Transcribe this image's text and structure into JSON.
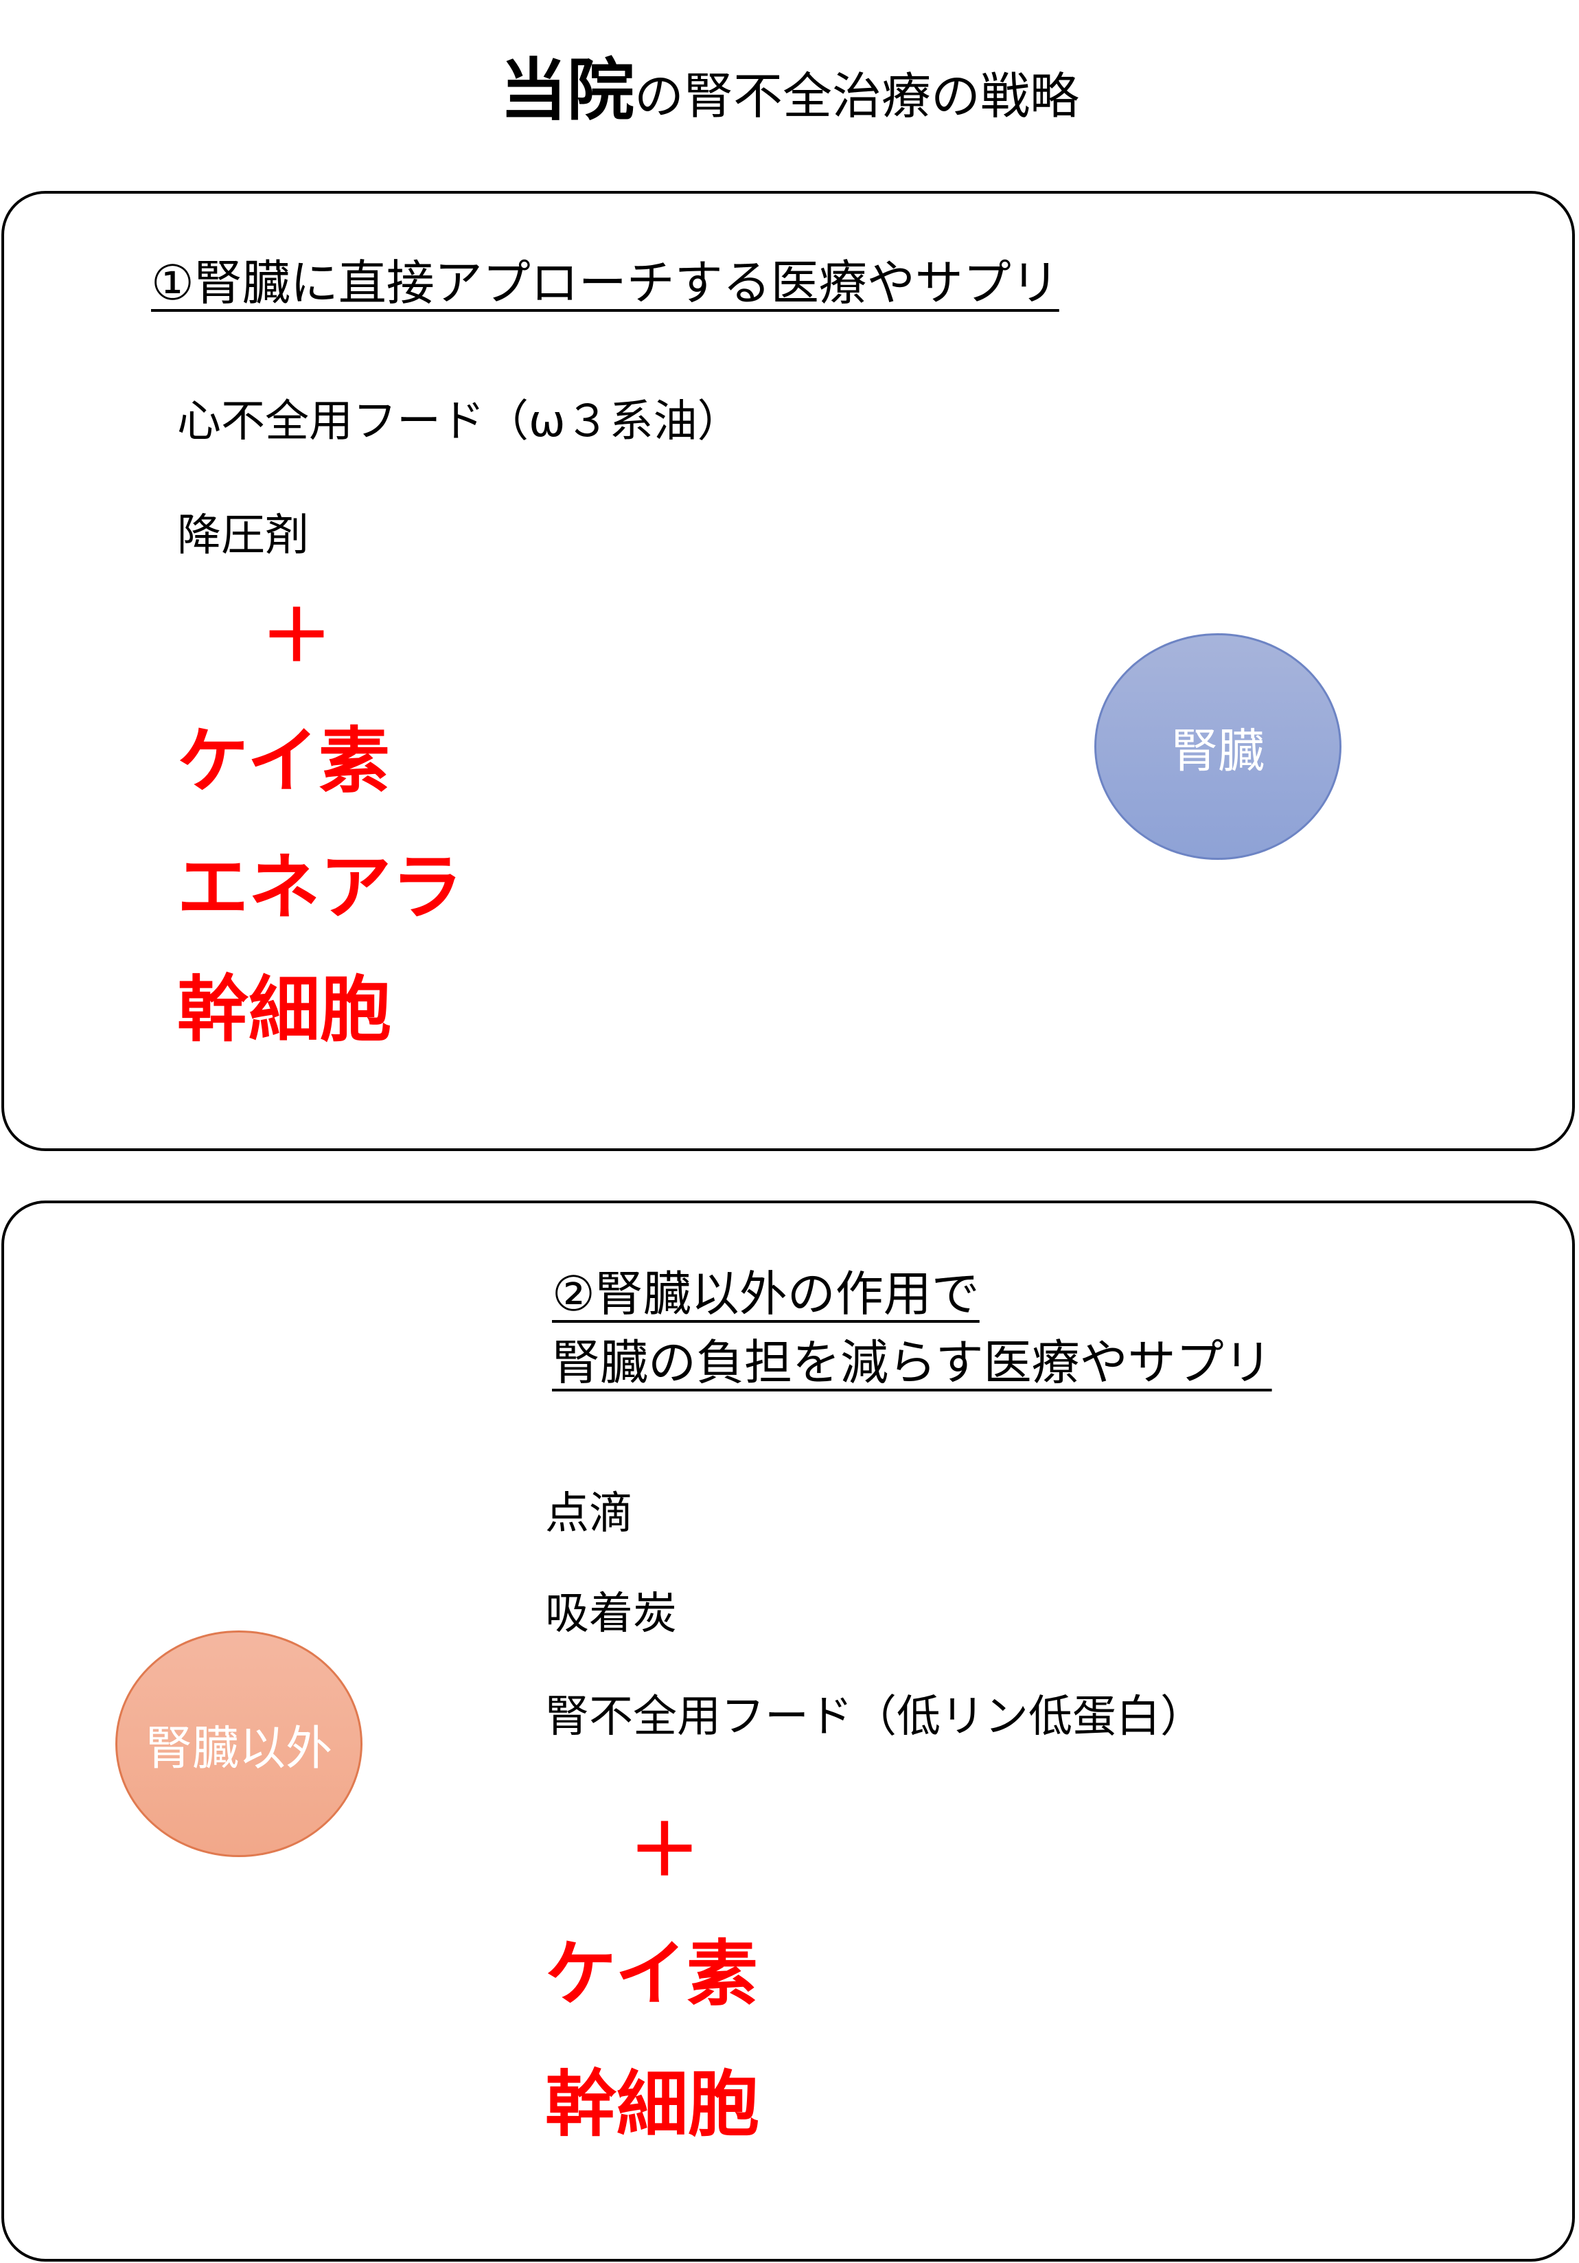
{
  "title": {
    "bold_part": "当院",
    "rest": "の腎不全治療の戦略"
  },
  "colors": {
    "accent_red": "#ff0000",
    "kidney_circle": "#8ea2d6",
    "non_kidney_circle": "#f2a88a"
  },
  "section1": {
    "heading": "①腎臓に直接アプローチする医療やサプリ",
    "items": [
      "心不全用フード（ω３系油）",
      "降圧剤"
    ],
    "plus": "＋",
    "highlights": [
      "ケイ素",
      "エネアラ",
      "幹細胞"
    ],
    "circle_label": "腎臓"
  },
  "section2": {
    "heading_line1": "②腎臓以外の作用で",
    "heading_line2": "腎臓の負担を減らす医療やサプリ",
    "items": [
      "点滴",
      "吸着炭",
      "腎不全用フード（低リン低蛋白）"
    ],
    "plus": "＋",
    "highlights": [
      "ケイ素",
      "幹細胞"
    ],
    "circle_label": "腎臓以外"
  }
}
